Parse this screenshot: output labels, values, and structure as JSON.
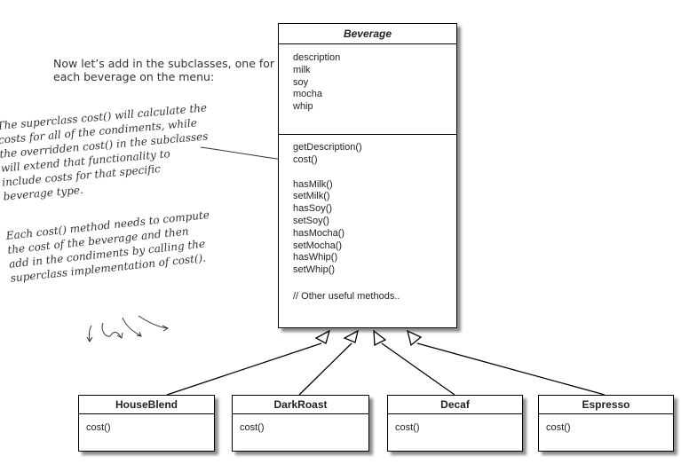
{
  "intro_text": "Now let’s add in the subclasses, one for each beverage on the menu:",
  "note_superclass": "The superclass cost() will calculate the\ncosts for all of the condiments, while\nthe overridden cost() in the subclasses\nwill extend that functionality to\ninclude costs for that specific\nbeverage type.",
  "note_each_cost": "Each cost() method needs to compute\nthe cost of the beverage and then\nadd in the condiments by calling the\nsuperclass implementation of cost().",
  "beverage": {
    "name": "Beverage",
    "fields": [
      "description",
      "milk",
      "soy",
      "mocha",
      "whip"
    ],
    "methods_a": [
      "getDescription()",
      "cost()"
    ],
    "methods_b": [
      "hasMilk()",
      "setMilk()",
      "hasSoy()",
      "setSoy()",
      "hasMocha()",
      "setMocha()",
      "hasWhip()",
      "setWhip()"
    ],
    "comment": "// Other useful methods.."
  },
  "subclasses": [
    {
      "name": "HouseBlend",
      "method": "cost()"
    },
    {
      "name": "DarkRoast",
      "method": "cost()"
    },
    {
      "name": "Decaf",
      "method": "cost()"
    },
    {
      "name": "Espresso",
      "method": "cost()"
    }
  ]
}
